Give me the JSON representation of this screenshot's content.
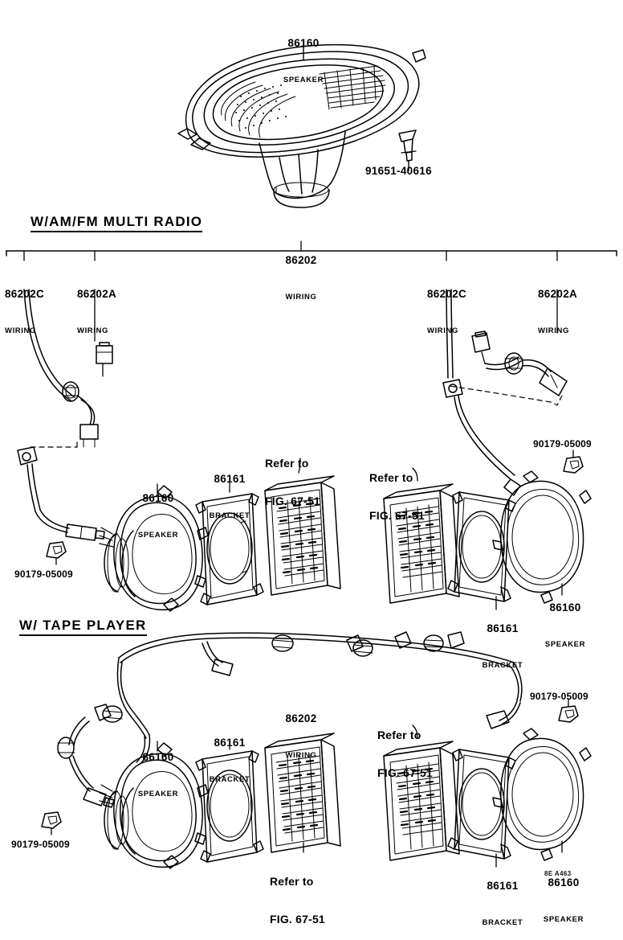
{
  "diagram": {
    "title_top": {
      "part_no": "86160",
      "name": "SPEAKER"
    },
    "fastener_top": "91651-40616",
    "sections": [
      {
        "id": "am-fm",
        "heading": "W/AM/FM MULTI RADIO"
      },
      {
        "id": "tape",
        "heading": "W/ TAPE PLAYER"
      }
    ],
    "footer_stamp": "8E A463",
    "refer_text_line1": "Refer to",
    "refer_text_line2": "FIG. 67-51",
    "labels": {
      "speaker_pn": "86160",
      "speaker_name": "SPEAKER",
      "bracket_pn": "86161",
      "bracket_name": "BRACKET",
      "wiring_main_pn": "86202",
      "wiring_name": "WIRING",
      "wiring_c_pn": "86202C",
      "wiring_a_pn": "86202A",
      "nut_pn": "90179-05009"
    },
    "callouts_am_fm": [
      {
        "pn": "86202C",
        "name": "WIRING"
      },
      {
        "pn": "86202A",
        "name": "WIRING"
      },
      {
        "pn": "86202",
        "name": "WIRING"
      },
      {
        "pn": "86202C",
        "name": "WIRING"
      },
      {
        "pn": "86202A",
        "name": "WIRING"
      },
      {
        "pn": "90179-05009",
        "name": ""
      },
      {
        "pn": "90179-05009",
        "name": ""
      },
      {
        "pn": "86160",
        "name": "SPEAKER"
      },
      {
        "pn": "86161",
        "name": "BRACKET"
      },
      {
        "pn": "86161",
        "name": "BRACKET"
      },
      {
        "pn": "86160",
        "name": "SPEAKER"
      }
    ],
    "callouts_tape": [
      {
        "pn": "86202",
        "name": "WIRING"
      },
      {
        "pn": "90179-05009",
        "name": ""
      },
      {
        "pn": "90179-05009",
        "name": ""
      },
      {
        "pn": "86160",
        "name": "SPEAKER"
      },
      {
        "pn": "86161",
        "name": "BRACKET"
      },
      {
        "pn": "86161",
        "name": "BRACKET"
      },
      {
        "pn": "86160",
        "name": "SPEAKER"
      }
    ]
  }
}
